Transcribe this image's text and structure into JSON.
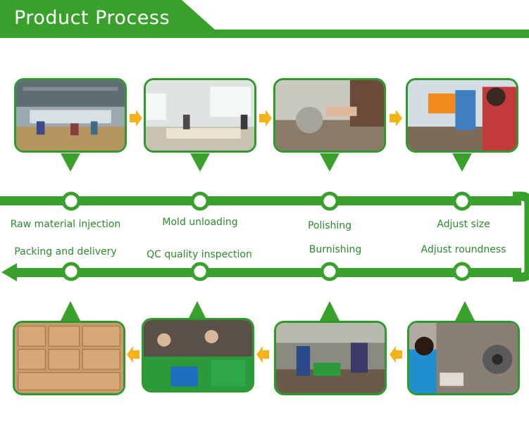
{
  "header": {
    "title": "Product Process"
  },
  "steps_top": [
    {
      "label": "Raw material injection"
    },
    {
      "label": "Mold unloading"
    },
    {
      "label": "Polishing"
    },
    {
      "label": "Adjust size"
    }
  ],
  "steps_bottom": [
    {
      "label": "Packing and delivery"
    },
    {
      "label": "QC quality inspection"
    },
    {
      "label": "Burnishing"
    },
    {
      "label": "Adjust roundness"
    }
  ],
  "colors": {
    "brand_green": "#3aa02c",
    "dark_green": "#2e9a2e",
    "arrow_orange": "#f5b31a"
  },
  "photos": [
    "factory-floor-photo",
    "mold-unloading-photo",
    "polishing-photo",
    "sizing-machine-photo",
    "roundness-machine-photo",
    "burnishing-photo",
    "qc-inspection-photo",
    "packing-boxes-photo"
  ]
}
